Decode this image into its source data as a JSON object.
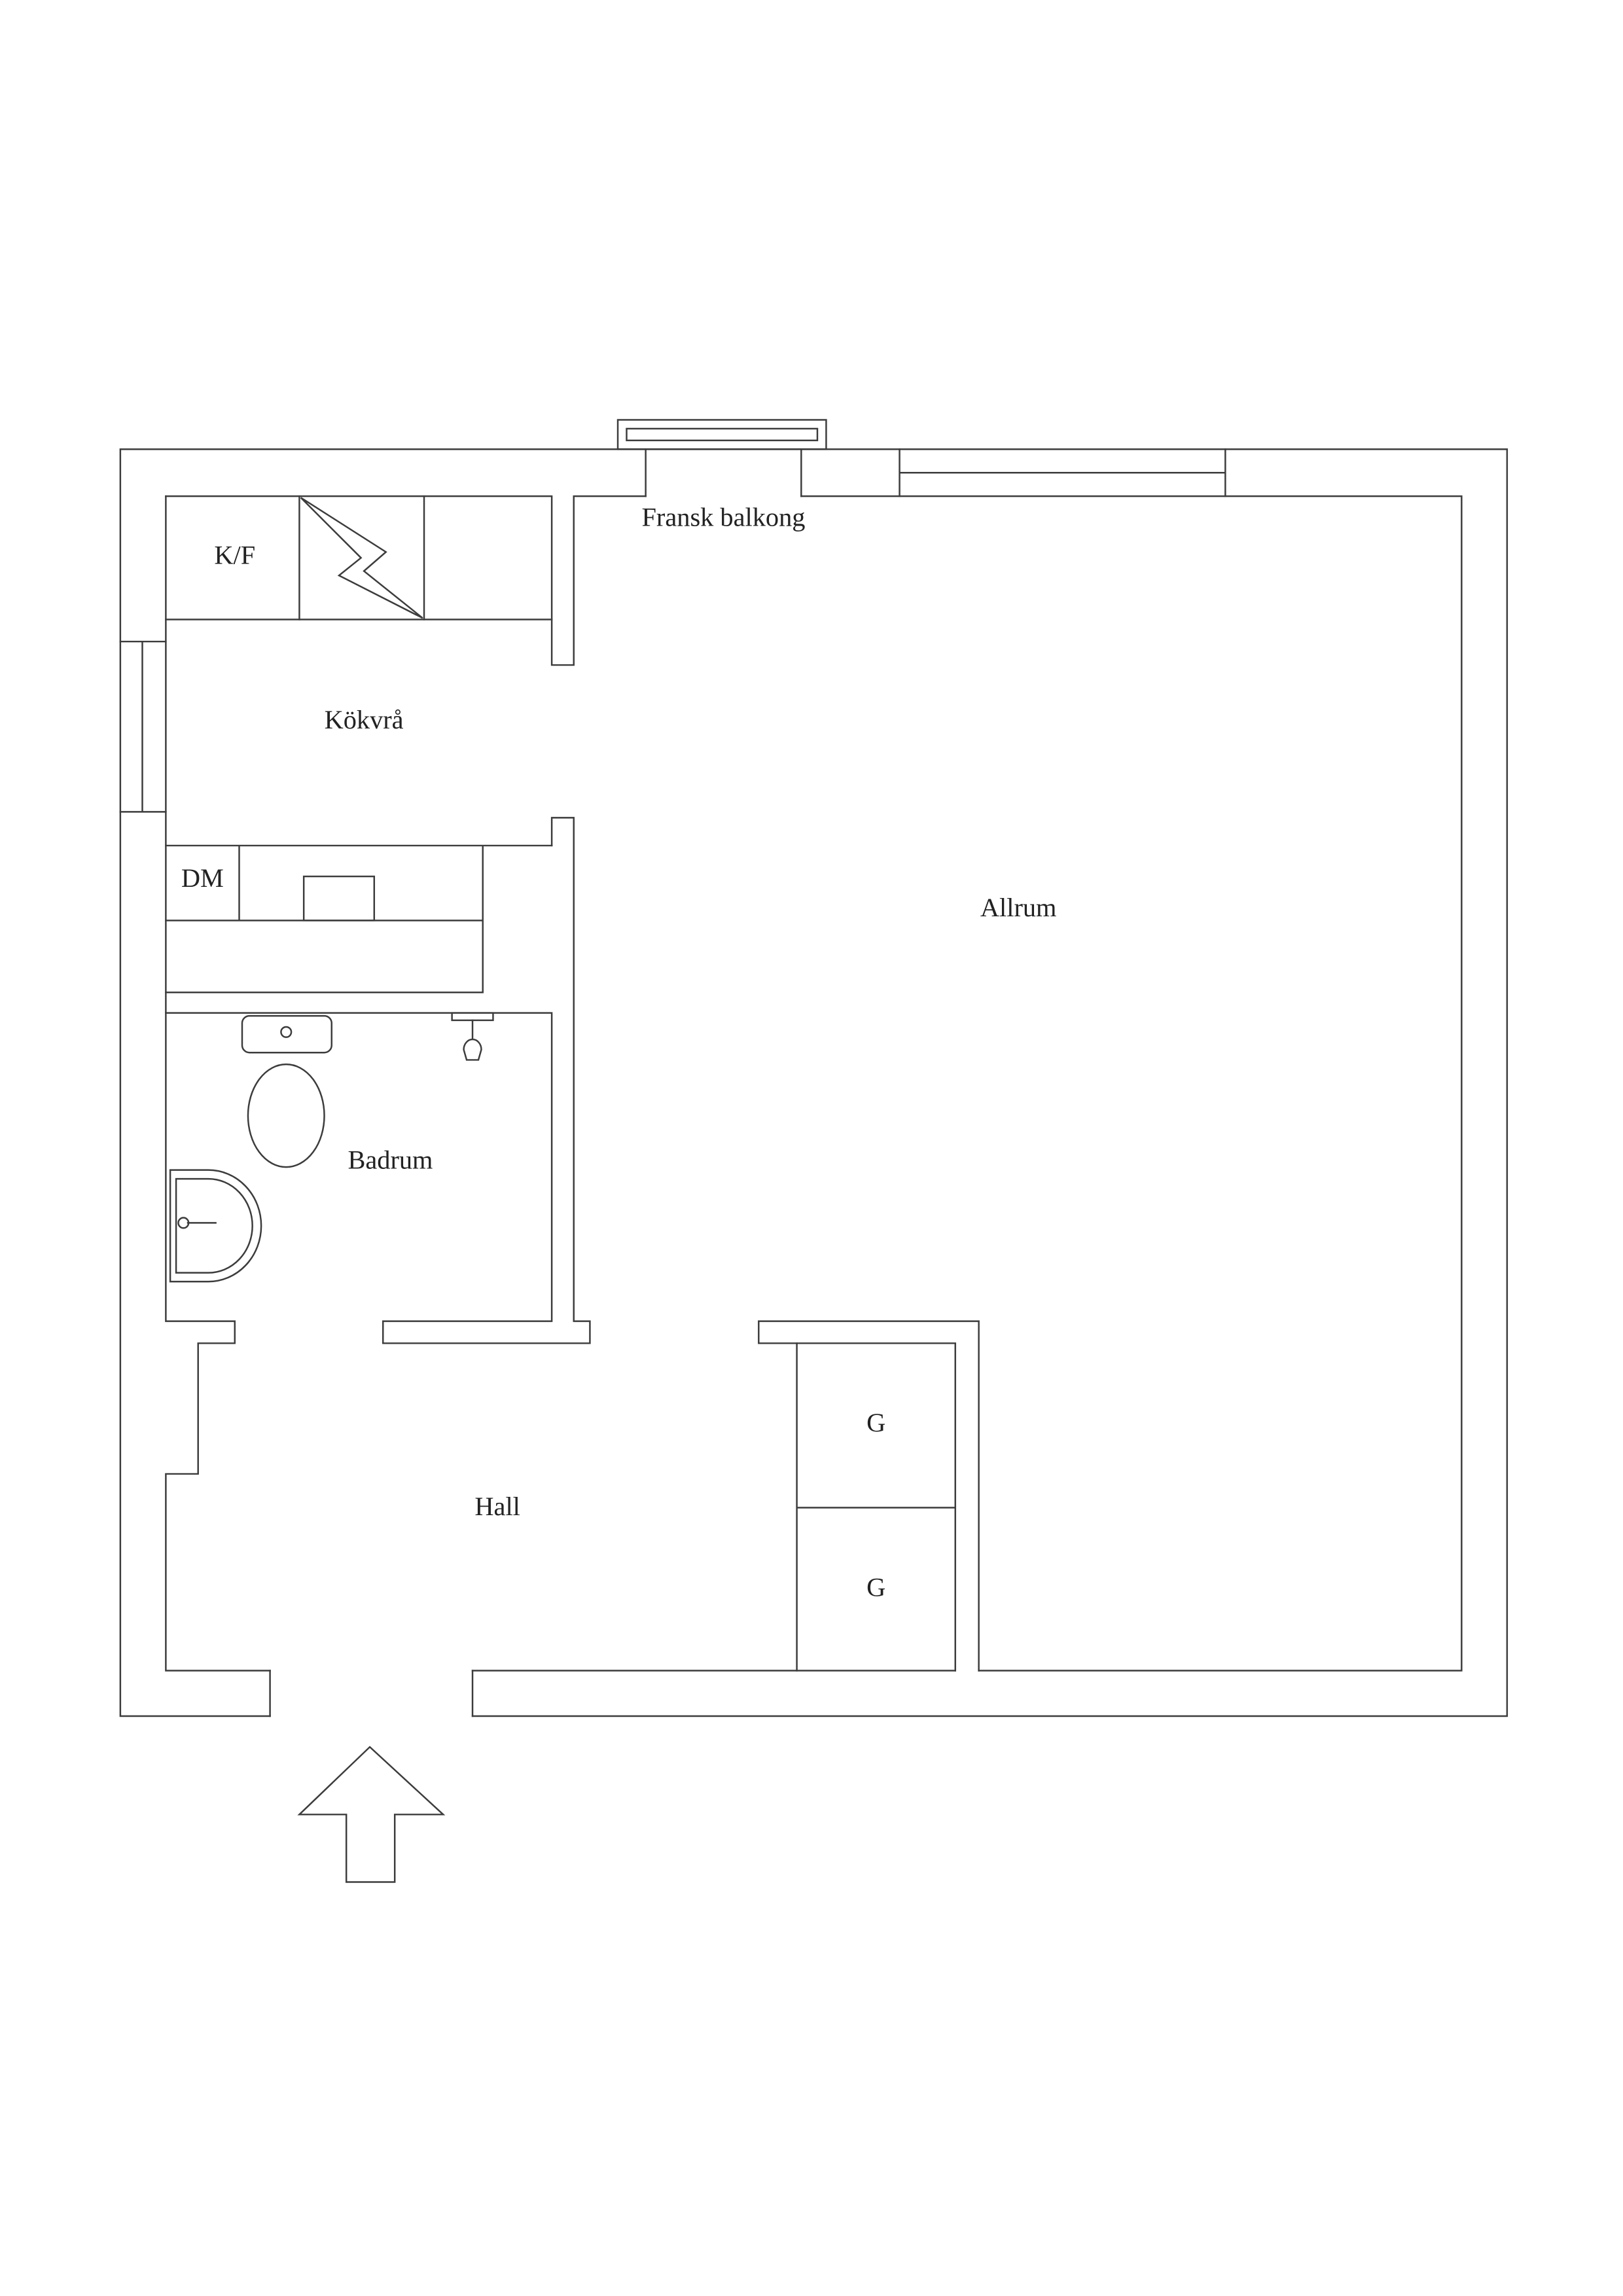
{
  "colors": {
    "line": "#3c3c3c",
    "background": "#ffffff",
    "text": "#222222"
  },
  "labels": {
    "french_balcony": "Fransk balkong",
    "fridge_freezer": "K/F",
    "kitchen_nook": "Kökvrå",
    "dishwasher": "DM",
    "living_room": "Allrum",
    "bathroom": "Badrum",
    "hall": "Hall",
    "wardrobe_1": "G",
    "wardrobe_2": "G"
  },
  "symbols": {
    "entrance": "arrow-up-icon",
    "stove": "lightning-icon",
    "toilet": "toilet-icon",
    "washbasin": "sink-icon",
    "shower": "shower-tap-icon"
  }
}
